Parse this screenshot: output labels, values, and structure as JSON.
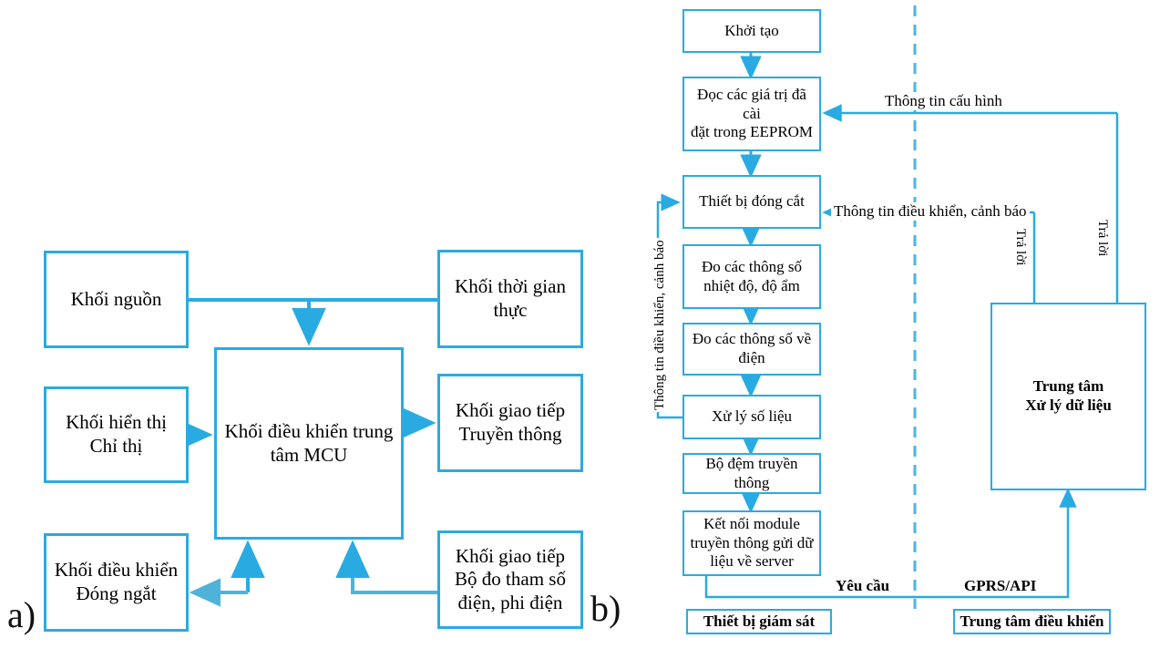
{
  "figure": {
    "panel_a_label": "a)",
    "panel_b_label": "b)"
  },
  "diagram_a": {
    "title": "Block diagram of monitoring device hardware",
    "accent_color": "#29ABE2",
    "blocks": [
      {
        "id": "power",
        "label": "Khối nguồn"
      },
      {
        "id": "rtc",
        "label": "Khối thời gian\nthực"
      },
      {
        "id": "display",
        "label": "Khối hiển thị\nChỉ thị"
      },
      {
        "id": "mcu",
        "label": "Khối điều khiển trung\ntâm MCU"
      },
      {
        "id": "comm",
        "label": "Khối giao tiếp\nTruyền thông"
      },
      {
        "id": "switch",
        "label": "Khối điều khiển\nĐóng ngắt"
      },
      {
        "id": "meter",
        "label": "Khối giao tiếp\nBộ đo tham số\nđiện, phi điện"
      }
    ]
  },
  "diagram_b": {
    "accent_color": "#29ABE2",
    "flow_blocks": [
      {
        "id": "init",
        "label": "Khởi tạo"
      },
      {
        "id": "eeprom",
        "label": "Đọc các giá trị đã cài\nđặt trong EEPROM"
      },
      {
        "id": "switch",
        "label": "Thiết bị đóng cắt"
      },
      {
        "id": "temp",
        "label": "Đo các thông số\nnhiệt độ, độ ẩm"
      },
      {
        "id": "elec",
        "label": "Đo các thông số về\nđiện"
      },
      {
        "id": "process",
        "label": "Xử lý số liệu"
      },
      {
        "id": "buffer",
        "label": "Bộ đệm truyền thông"
      },
      {
        "id": "send",
        "label": "Kết nối module\ntruyền thông gửi dữ\nliệu về server"
      }
    ],
    "server_block": {
      "id": "server",
      "label": "Trung tâm\nXử lý dữ liệu"
    },
    "footer_blocks": [
      {
        "id": "device",
        "label": "Thiết bị giám sát"
      },
      {
        "id": "center",
        "label": "Trung tâm điều khiển"
      }
    ],
    "edge_labels": {
      "config": "Thông tin cấu hình",
      "control_alarm_h": "Thông tin điều khiển, cảnh báo",
      "control_alarm_v": "Thông tin điều khiển, cảnh báo",
      "reply_outer": "Trả lời",
      "reply_inner": "Trả lời",
      "request": "Yêu cầu",
      "protocol": "GPRS/API"
    }
  }
}
